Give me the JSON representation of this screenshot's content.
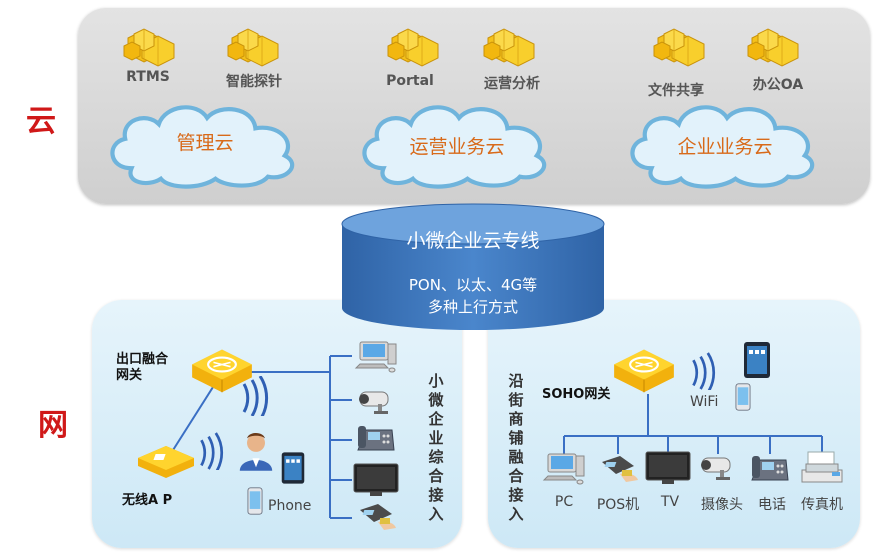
{
  "side_labels": {
    "cloud": "云",
    "network": "网"
  },
  "clouds": [
    {
      "name": "管理云",
      "services": [
        "RTMS",
        "智能探针"
      ]
    },
    {
      "name": "运营业务云",
      "services": [
        "Portal",
        "运营分析"
      ]
    },
    {
      "name": "企业业务云",
      "services": [
        "文件共享",
        "办公OA"
      ]
    }
  ],
  "database": {
    "title": "小微企业云专线",
    "line1": "PON、以太、4G等",
    "line2": "多种上行方式"
  },
  "left_panel": {
    "gateway_label_lines": [
      "出口融合",
      "网关"
    ],
    "ap_label": "无线A P",
    "phone_label": "Phone",
    "vertical_label": [
      "小",
      "微",
      "企",
      "业",
      "综",
      "合",
      "接",
      "入"
    ]
  },
  "right_panel": {
    "gateway_label": "SOHO网关",
    "wifi_label": "WiFi",
    "vertical_label": [
      "沿",
      "街",
      "商",
      "铺",
      "融",
      "合",
      "接",
      "入"
    ],
    "devices": [
      "PC",
      "POS机",
      "TV",
      "摄像头",
      "电话",
      "传真机"
    ]
  },
  "colors": {
    "accent_red": "#d01818",
    "cloud_text": "#d86a1a",
    "panel_blue": "#cde8f6",
    "db_blue": "#3c72b4",
    "line_blue": "#3a6fc4"
  }
}
